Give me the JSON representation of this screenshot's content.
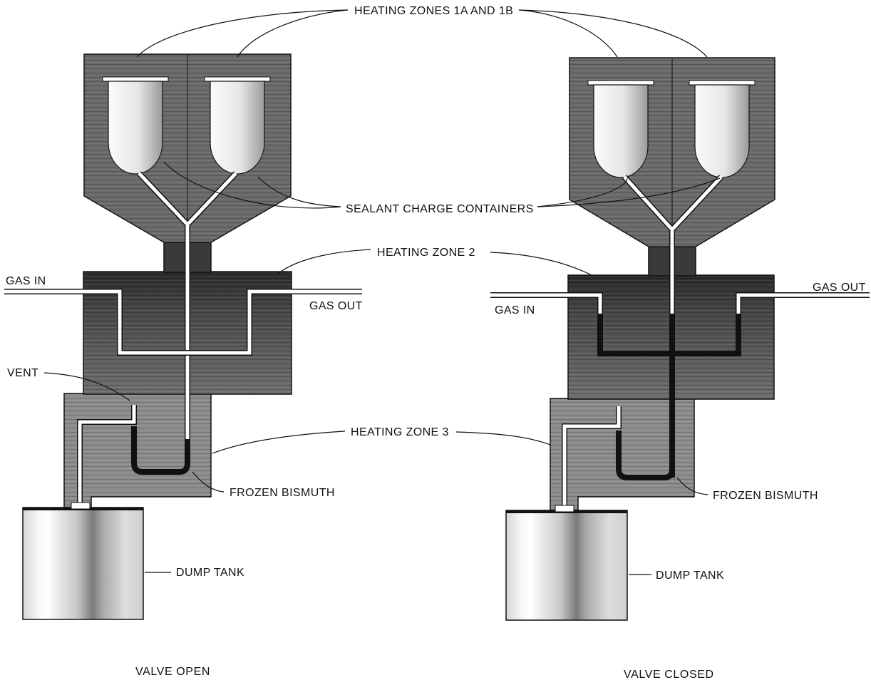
{
  "labels": {
    "heating_zones_1": "HEATING ZONES 1A AND 1B",
    "sealant_containers": "SEALANT CHARGE CONTAINERS",
    "heating_zone_2": "HEATING ZONE 2",
    "heating_zone_3": "HEATING ZONE 3",
    "gas_in": "GAS IN",
    "gas_out": "GAS OUT",
    "vent": "VENT",
    "frozen_bismuth": "FROZEN BISMUTH",
    "dump_tank": "DUMP TANK"
  },
  "captions": {
    "left": "VALVE OPEN",
    "right": "VALVE CLOSED"
  },
  "colors": {
    "zone1_fill": "#6a6a6a",
    "zone2_fill": "#3a3a3a",
    "zone3_fill": "#8c8c8c",
    "container_fill": "#f2f2f2",
    "bismuth": "#111111",
    "pipe": "#ffffff"
  }
}
